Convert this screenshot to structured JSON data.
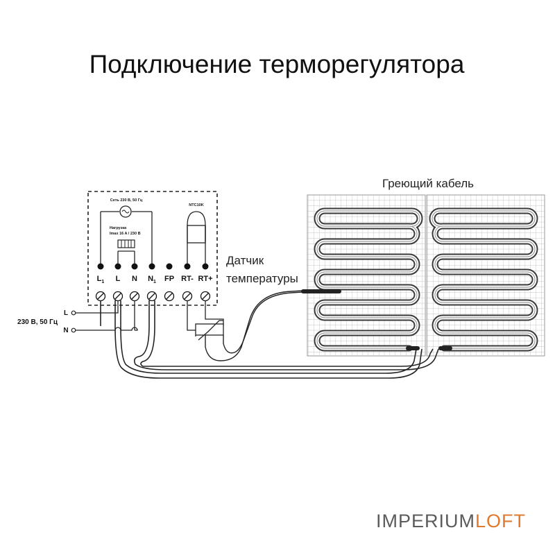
{
  "title": "Подключение терморегулятора",
  "heating_cable_label": "Греющий кабель",
  "sensor_label_line1": "Датчик",
  "sensor_label_line2": "температуры",
  "supply_label": "230 В, 50 Гц",
  "supply_lines": [
    "L",
    "N"
  ],
  "thermostat": {
    "network_label": "Сеть 230 В, 50 Гц",
    "load_label_line1": "Нагрузка",
    "load_label_line2": "Imax 16 A / 230 В",
    "sensor_model": "NTC10K",
    "terminals": [
      {
        "id": "L1",
        "label": "L",
        "sub": "1"
      },
      {
        "id": "L",
        "label": "L",
        "sub": ""
      },
      {
        "id": "N",
        "label": "N",
        "sub": ""
      },
      {
        "id": "N1",
        "label": "N",
        "sub": "1"
      },
      {
        "id": "FP",
        "label": "FP",
        "sub": ""
      },
      {
        "id": "RT-",
        "label": "RT-",
        "sub": ""
      },
      {
        "id": "RT+",
        "label": "RT+",
        "sub": ""
      }
    ]
  },
  "logo": {
    "part1": "IMPERIUM",
    "part2": "LOFT",
    "color1": "#5b5b5b",
    "color2": "#e07a2e"
  },
  "colors": {
    "line": "#222222",
    "grid": "#bdbdbd",
    "cable": "#3a3a3a"
  }
}
